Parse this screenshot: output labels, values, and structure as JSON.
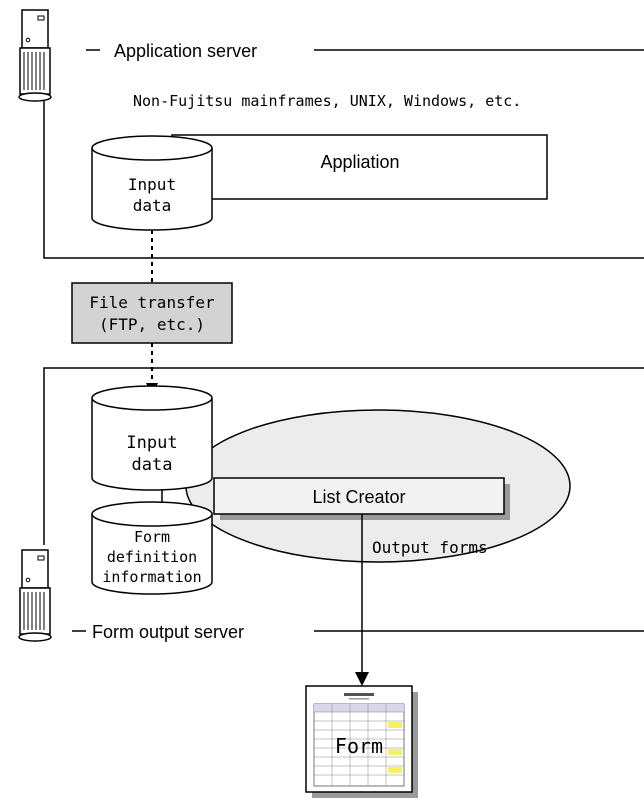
{
  "application_server": {
    "label": "Application server",
    "platforms": "Non-Fujitsu mainframes, UNIX, Windows, etc.",
    "program_label": "Appliation",
    "input_data": {
      "line1": "Input",
      "line2": "data"
    }
  },
  "transfer": {
    "line1": "File transfer",
    "line2": "(FTP, etc.)"
  },
  "form_output_server": {
    "label": "Form output server",
    "input_data": {
      "line1": "Input",
      "line2": "data"
    },
    "form_definition": {
      "line1": "Form",
      "line2": "definition",
      "line3": "information"
    },
    "list_creator": "List Creator",
    "output_forms": "Output forms"
  },
  "form_document": {
    "label": "Form"
  },
  "colors": {
    "stroke": "#000000",
    "transfer_fill": "#d3d3d3",
    "ellipse_fill": "#ececec",
    "list_creator_fill": "#f2f2f2",
    "form_table_header": "#d8d8e8",
    "form_highlight": "#f5ef6a"
  }
}
